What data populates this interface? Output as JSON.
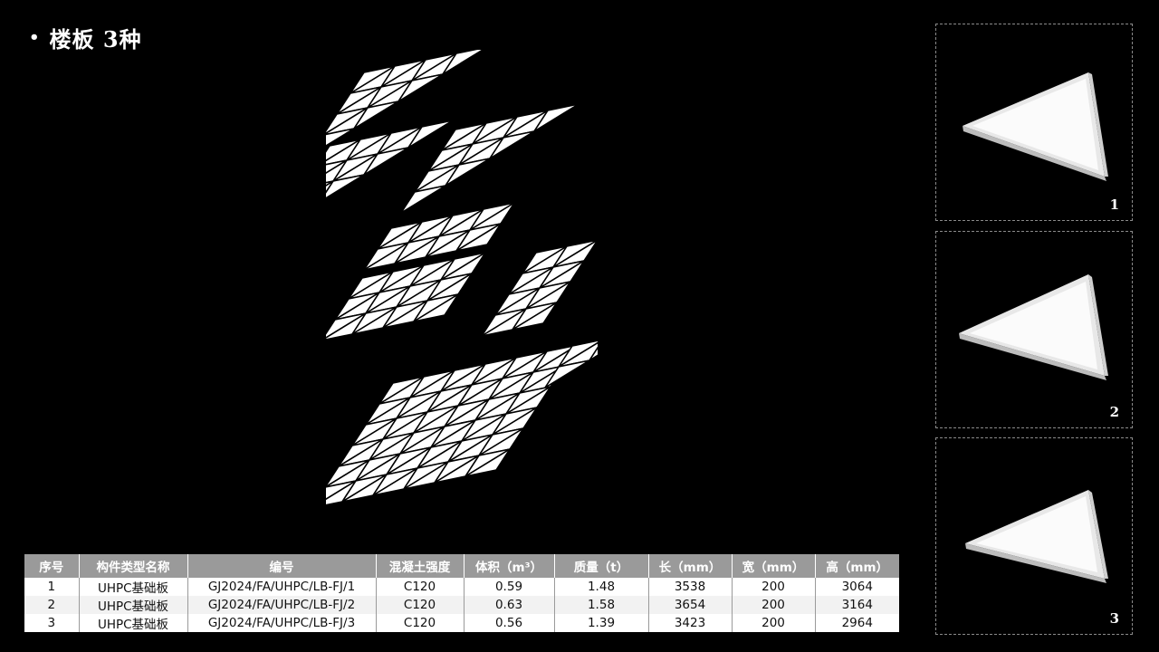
{
  "title": {
    "bullet": "•",
    "text": "楼板 3种"
  },
  "views": [
    {
      "label": "1"
    },
    {
      "label": "2"
    },
    {
      "label": "3"
    }
  ],
  "table": {
    "headers": [
      "序号",
      "构件类型名称",
      "编号",
      "混凝土强度",
      "体积（m³）",
      "质量（t）",
      "长（mm）",
      "宽（mm）",
      "高（mm）"
    ],
    "rows": [
      [
        "1",
        "UHPC基础板",
        "GJ2024/FA/UHPC/LB-FJ/1",
        "C120",
        "0.59",
        "1.48",
        "3538",
        "200",
        "3064"
      ],
      [
        "2",
        "UHPC基础板",
        "GJ2024/FA/UHPC/LB-FJ/2",
        "C120",
        "0.63",
        "1.58",
        "3654",
        "200",
        "3164"
      ],
      [
        "3",
        "UHPC基础板",
        "GJ2024/FA/UHPC/LB-FJ/3",
        "C120",
        "0.56",
        "1.39",
        "3423",
        "200",
        "2964"
      ]
    ]
  },
  "colors": {
    "background": "#000000",
    "panel": "#ffffff",
    "header": "#9a9a9a"
  }
}
